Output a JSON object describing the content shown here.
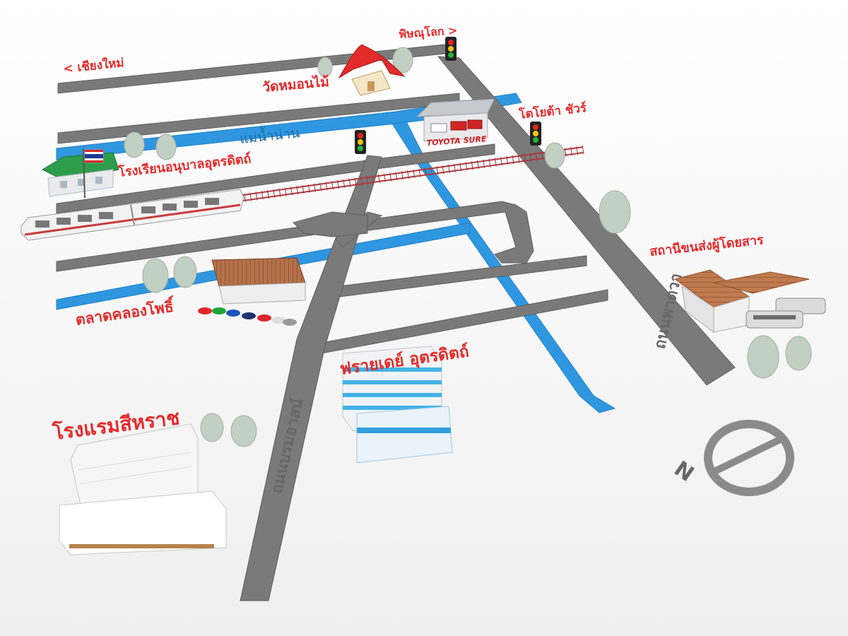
{
  "labels": {
    "chiang_mai": "< เชียงใหม่",
    "phitsanulok": "พิษณุโลก >",
    "wat_mon_mai": "วัดหมอนไม้",
    "river": "แม่น้ำน่าน",
    "toyota": "โตโยต้า ชัวร์",
    "toyota_sign": "TOYOTA SURE",
    "school": "โรงเรียนอนุบาลอุตรดิตถ์",
    "bus_station": "สถานีขนส่งผู้โดยสาร",
    "market": "ตลาดคลองโพธิ์",
    "friday": "ฟรายเดย์ อุตรดิตถ์",
    "hotel": "โรงแรมสีหราช",
    "road_borom": "ถนนบรมอาสน์",
    "road_second": "ถนนพาดวา",
    "compass": "N"
  },
  "colors": {
    "road": "#7a7a7a",
    "river": "#2f97e0",
    "label": "#e52a2a",
    "rail": "#b0383e"
  },
  "icons": [
    "traffic-light-icon",
    "tree-icon",
    "umbrella-icon",
    "compass-icon",
    "train-icon",
    "bus-icon",
    "temple-icon",
    "flag-icon"
  ]
}
